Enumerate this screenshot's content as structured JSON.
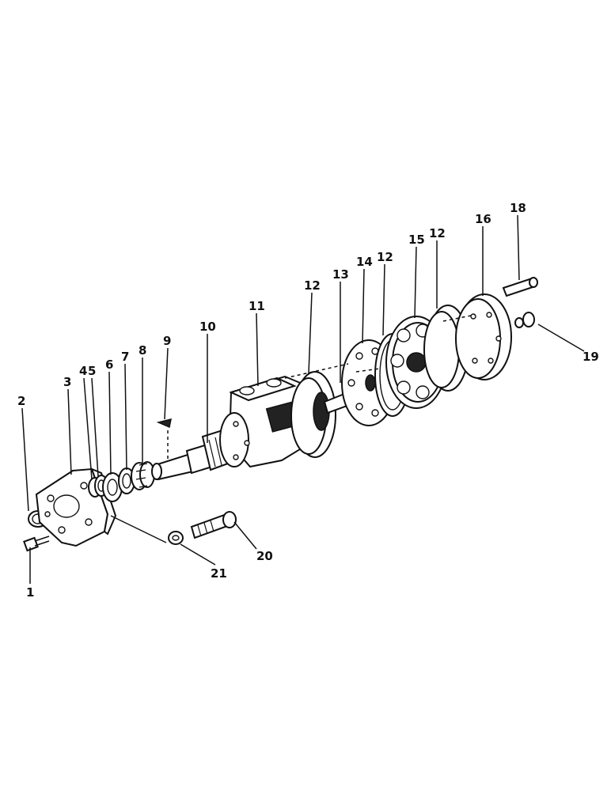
{
  "diagram": {
    "callouts": [
      {
        "id": "c1",
        "label": "1"
      },
      {
        "id": "c2",
        "label": "2"
      },
      {
        "id": "c3",
        "label": "3"
      },
      {
        "id": "c4",
        "label": "4"
      },
      {
        "id": "c5",
        "label": "5"
      },
      {
        "id": "c6",
        "label": "6"
      },
      {
        "id": "c7",
        "label": "7"
      },
      {
        "id": "c8",
        "label": "8"
      },
      {
        "id": "c9",
        "label": "9"
      },
      {
        "id": "c10",
        "label": "10"
      },
      {
        "id": "c11",
        "label": "11"
      },
      {
        "id": "c12a",
        "label": "12"
      },
      {
        "id": "c13",
        "label": "13"
      },
      {
        "id": "c14",
        "label": "14"
      },
      {
        "id": "c12b",
        "label": "12"
      },
      {
        "id": "c15",
        "label": "15"
      },
      {
        "id": "c12c",
        "label": "12"
      },
      {
        "id": "c16",
        "label": "16"
      },
      {
        "id": "c18",
        "label": "18"
      },
      {
        "id": "c19",
        "label": "19"
      },
      {
        "id": "c20",
        "label": "20"
      },
      {
        "id": "c21",
        "label": "21"
      }
    ]
  }
}
